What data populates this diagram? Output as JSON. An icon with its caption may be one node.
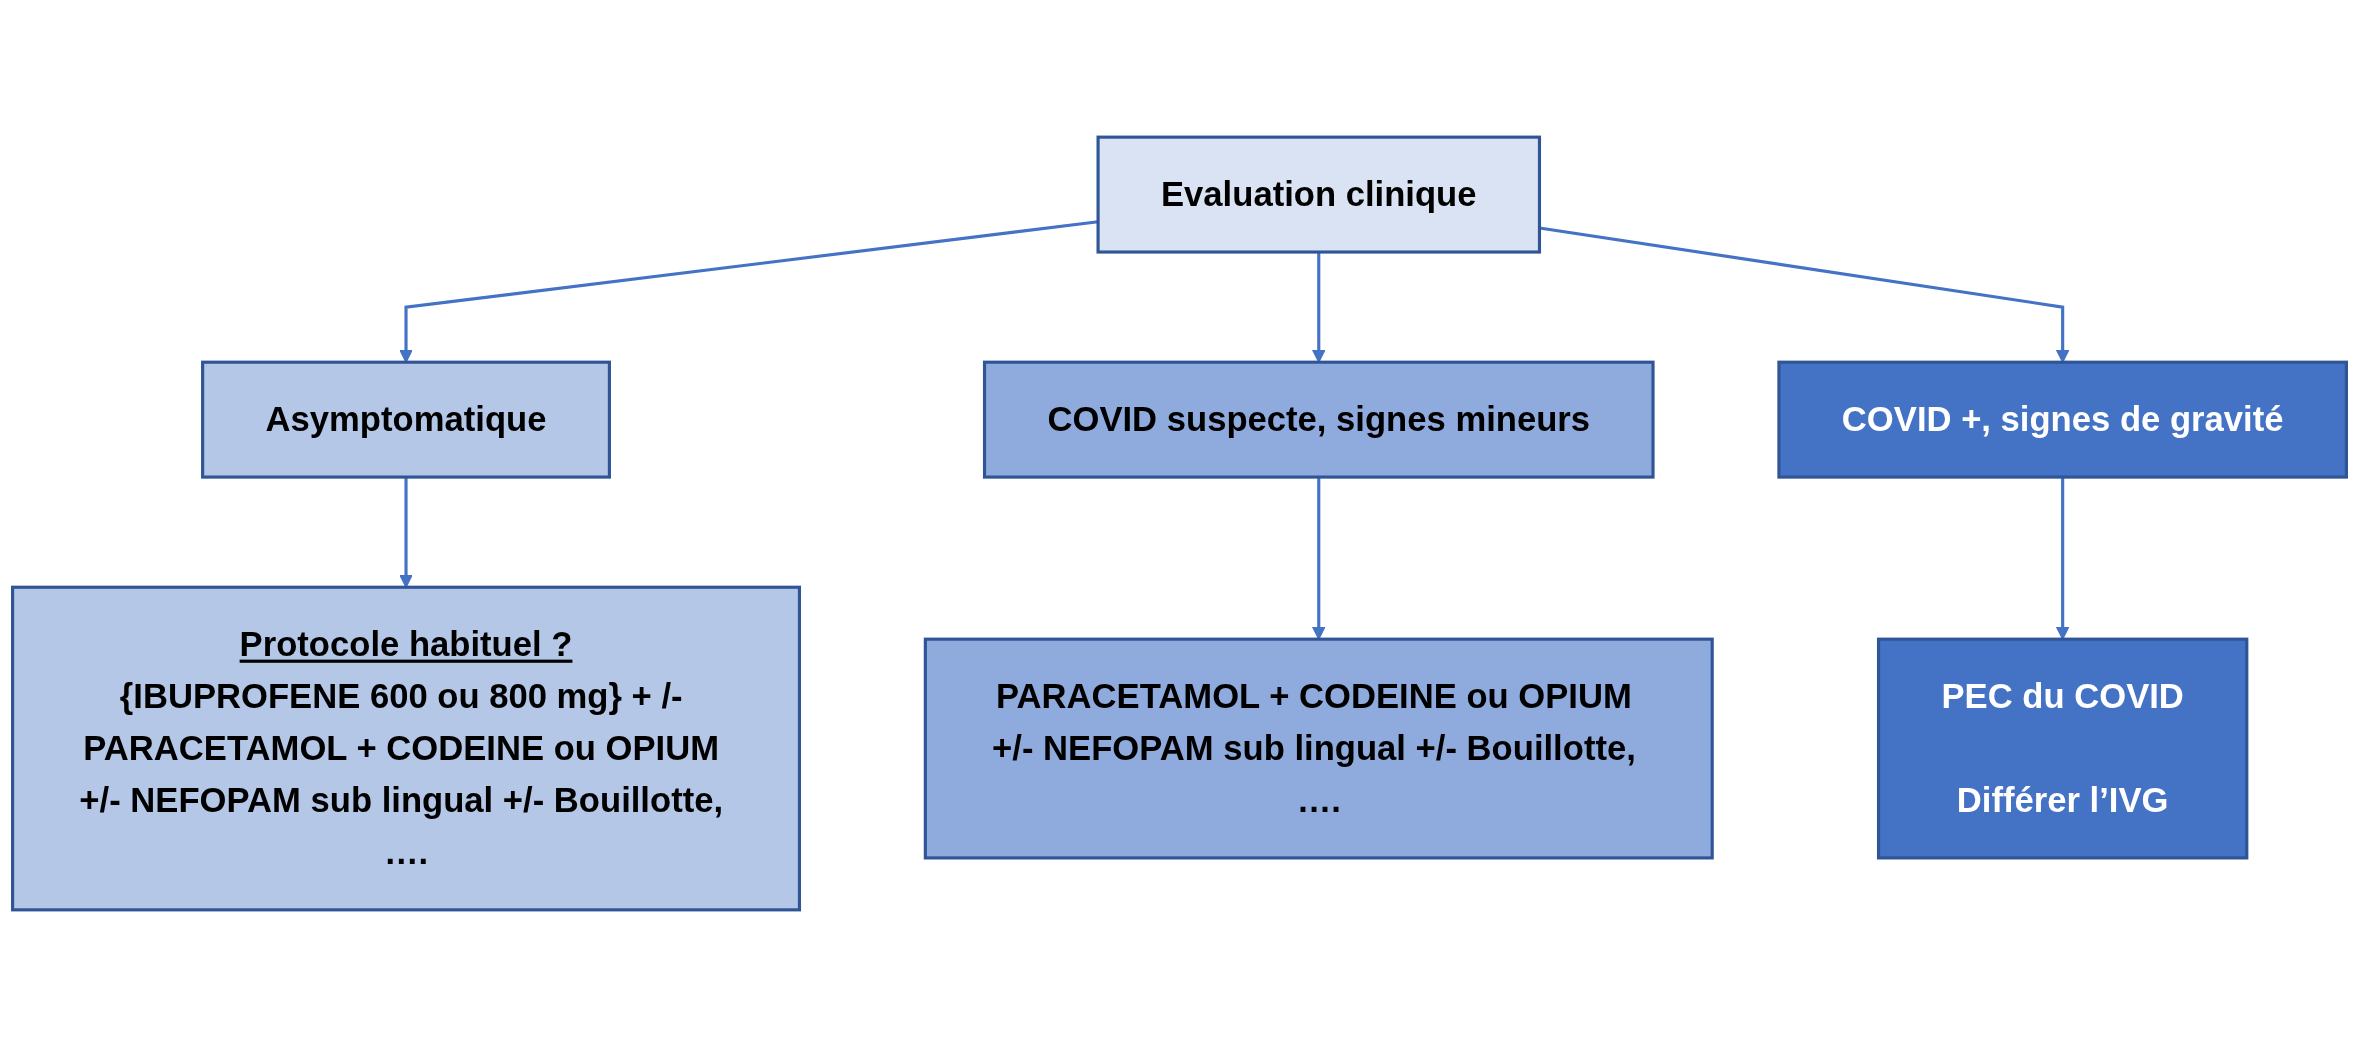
{
  "diagram": {
    "nodes": [
      {
        "text": [
          "Evaluation clinique"
        ]
      },
      {
        "text": [
          "Asymptomatique"
        ]
      },
      {
        "text": [
          "COVID suspecte, signes mineurs"
        ]
      },
      {
        "text": [
          "COVID +, signes de gravité"
        ]
      },
      {
        "text": [
          "Protocole habituel ?",
          "{IBUPROFENE 600 ou 800 mg} + /- PARACETAMOL + CODEINE ou OPIUM +/- NEFOPAM sub lingual +/- Bouillotte, …."
        ]
      },
      {
        "text": [
          "PARACETAMOL + CODEINE ou OPIUM +/- NEFOPAM sub lingual +/- Bouillotte, …."
        ]
      },
      {
        "text": [
          "PEC du COVID",
          "Différer l’IVG"
        ]
      }
    ],
    "edges": [
      {
        "from": 0,
        "to": 1,
        "arrow": "to"
      },
      {
        "from": 0,
        "to": 2,
        "arrow": "to"
      },
      {
        "from": 0,
        "to": 3,
        "arrow": "to"
      },
      {
        "from": 1,
        "to": 4,
        "arrow": "to"
      },
      {
        "from": 2,
        "to": 5,
        "arrow": "to"
      },
      {
        "from": 3,
        "to": 6,
        "arrow": "to"
      }
    ]
  }
}
